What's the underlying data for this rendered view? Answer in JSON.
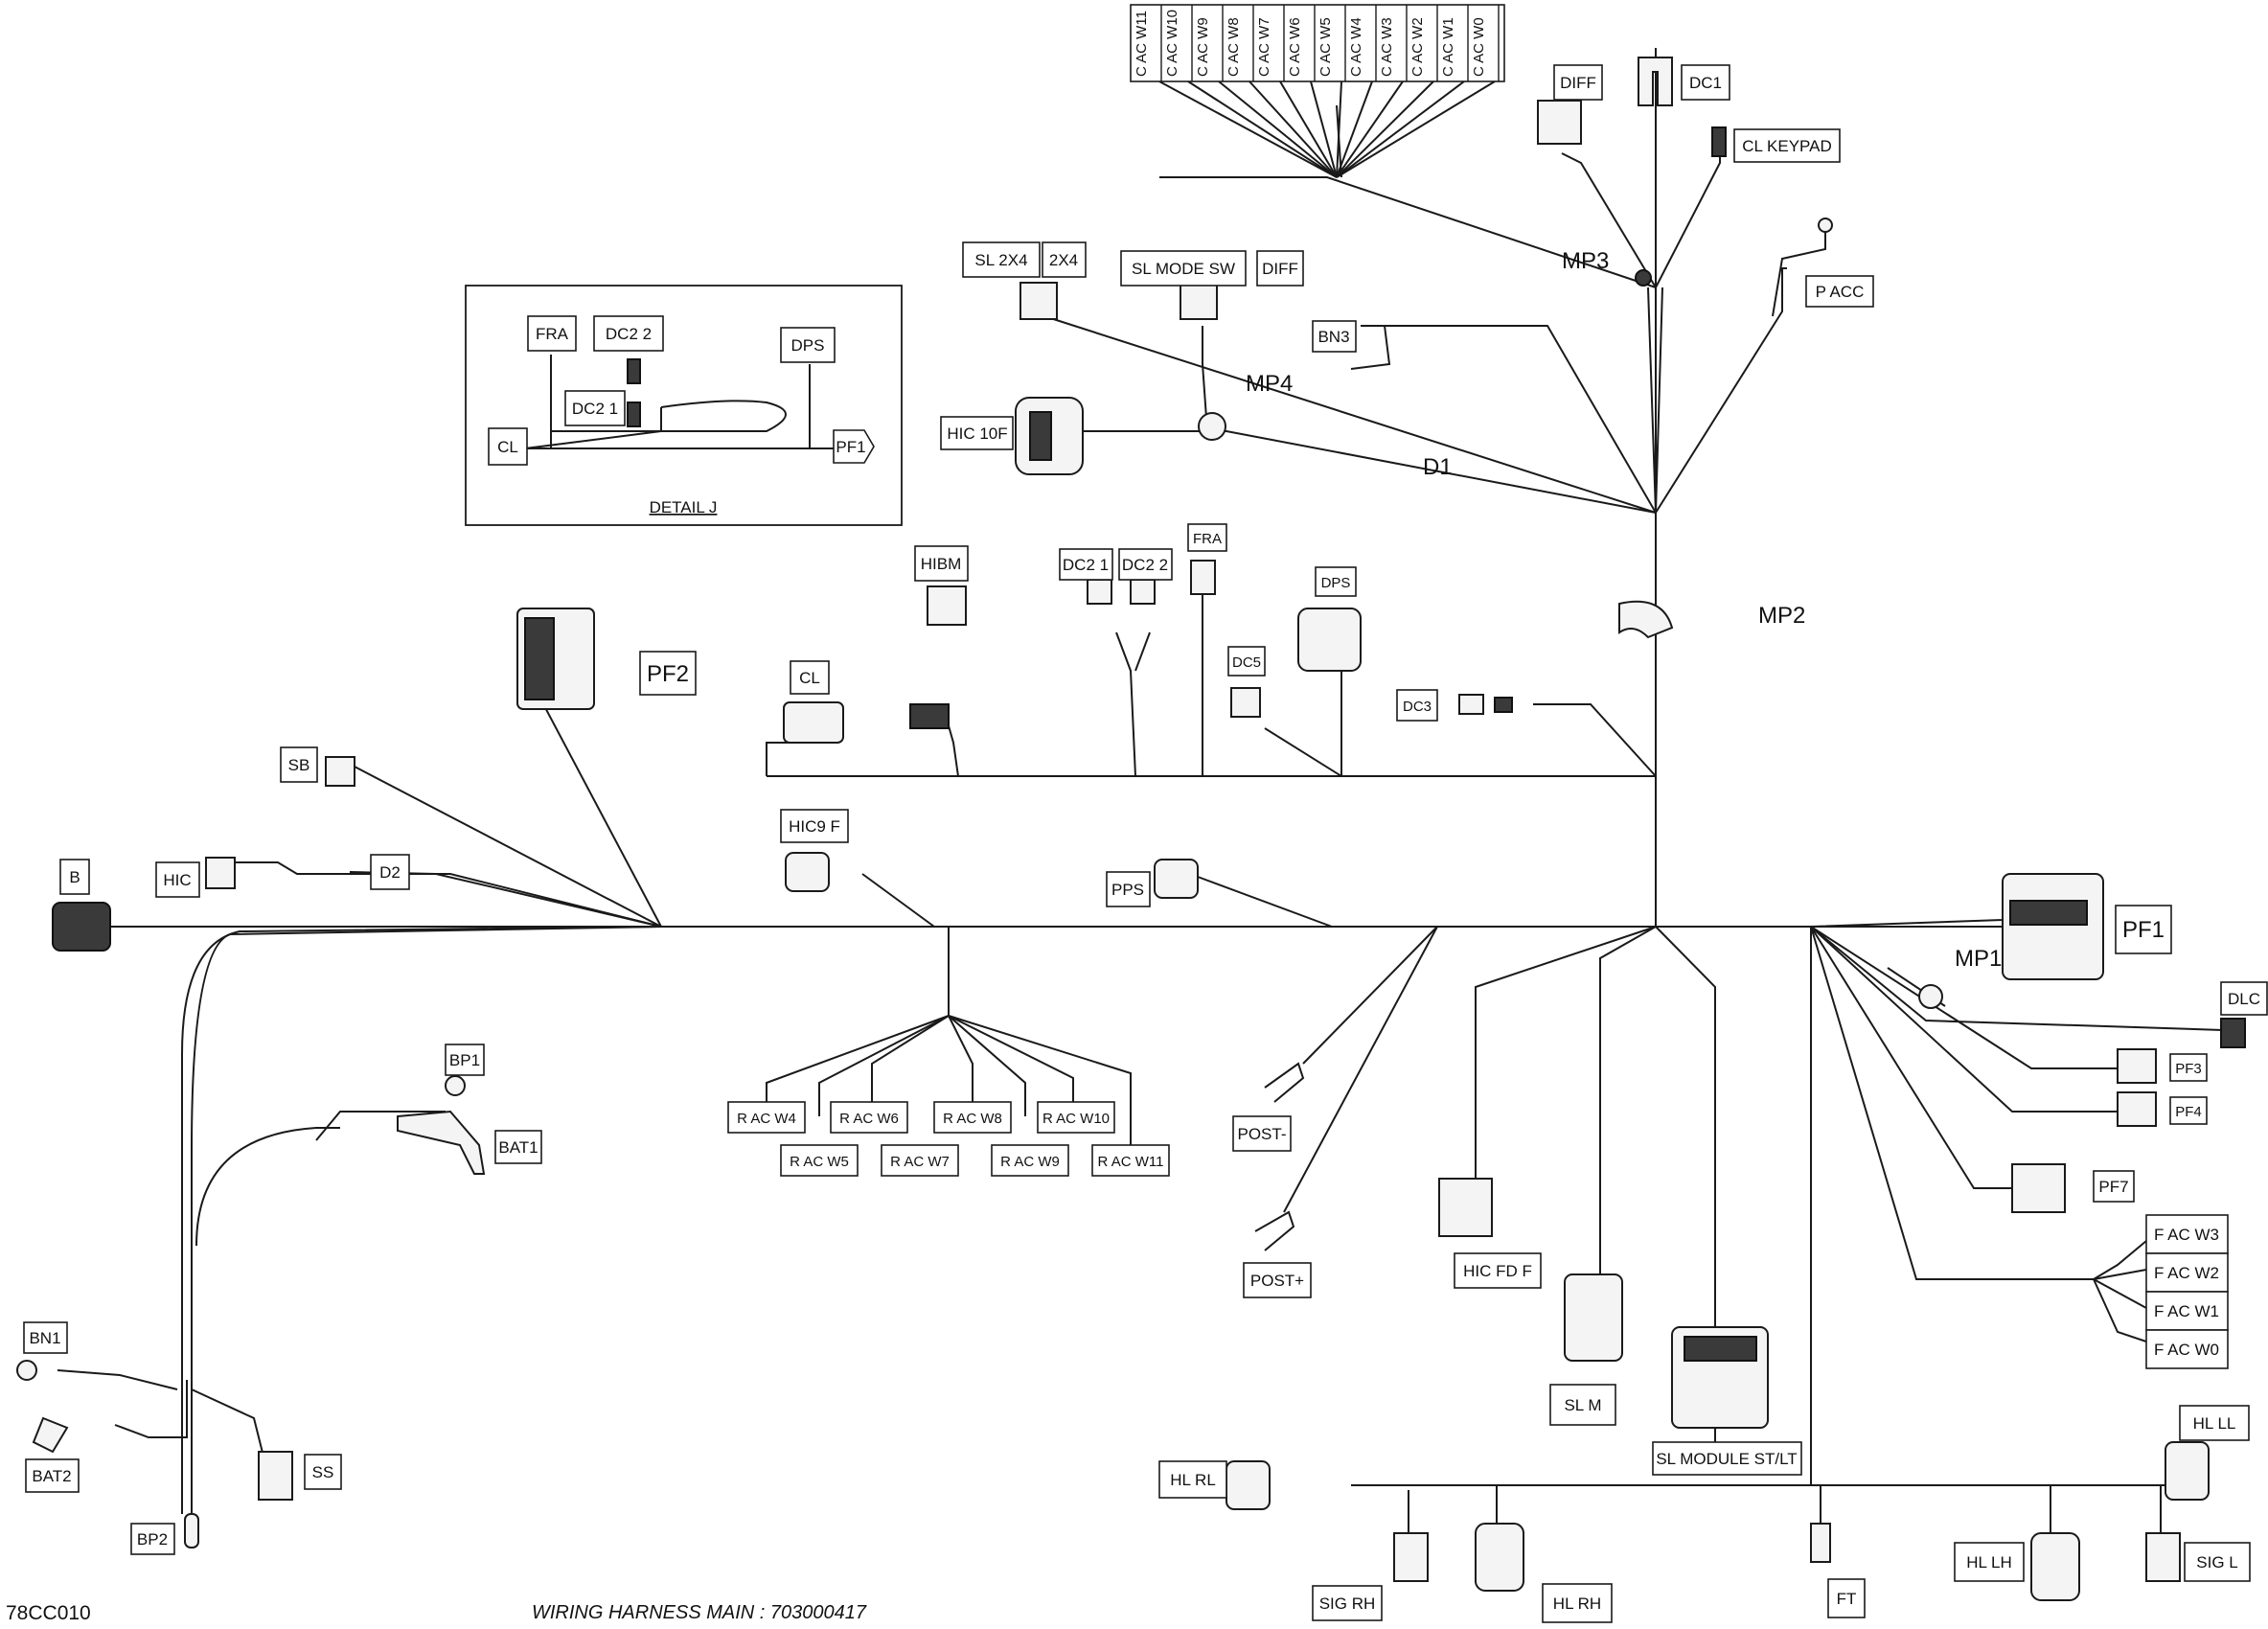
{
  "drawing_code": "78CC010",
  "title": "WIRING HARNESS  MAIN : 703000417",
  "detail": {
    "title": "DETAIL J",
    "labels": {
      "fra": "FRA",
      "dc2_2": "DC2  2",
      "dc2_1": "DC2  1",
      "dps": "DPS",
      "cl": "CL",
      "pf1": "PF1"
    }
  },
  "front_ac_wires": [
    "C  AC  W11",
    "C  AC  W10",
    "C  AC  W9",
    "C  AC  W8",
    "C  AC  W7",
    "C  AC  W6",
    "C  AC  W5",
    "C  AC  W4",
    "C  AC  W3",
    "C  AC  W2",
    "C  AC  W1",
    "C  AC  W0"
  ],
  "rear_ac_top": [
    "R  AC  W4",
    "R  AC  W6",
    "R  AC  W8",
    "R  AC  W10"
  ],
  "rear_ac_bottom": [
    "R  AC  W5",
    "R  AC  W7",
    "R  AC  W9",
    "R  AC  W11"
  ],
  "front_ac_right": [
    "F  AC  W3",
    "F  AC  W2",
    "F  AC  W1",
    "F  AC  W0"
  ],
  "labels": {
    "diff_top": "DIFF",
    "dc1": "DC1",
    "cl_keypad": "CL  KEYPAD",
    "mp3": "MP3",
    "p_acc": "P  ACC",
    "sl_2x4": "SL  2X4",
    "x2x4": "2X4",
    "sl_mode_sw": "SL  MODE  SW",
    "diff_mid": "DIFF",
    "bn3": "BN3",
    "mp4": "MP4",
    "hic_10f": "HIC  10F",
    "d1": "D1",
    "hibm": "HIBM",
    "dc2_1": "DC2  1",
    "dc2_2": "DC2  2",
    "fra": "FRA",
    "dps": "DPS",
    "mp2": "MP2",
    "pf2": "PF2",
    "cl": "CL",
    "dc5": "DC5",
    "dc3": "DC3",
    "sb": "SB",
    "b": "B",
    "hic": "HIC",
    "d2": "D2",
    "hic9f": "HIC9  F",
    "pps": "PPS",
    "pf1": "PF1",
    "mp1": "MP1",
    "dlc": "DLC",
    "pf3": "PF3",
    "pf4": "PF4",
    "pf7": "PF7",
    "bp1": "BP1",
    "bat1": "BAT1",
    "post_minus": "POST-",
    "post_plus": "POST+",
    "hic_fd_f": "HIC  FD  F",
    "sl_m": "SL  M",
    "sl_module": "SL  MODULE  ST/LT",
    "bn1": "BN1",
    "bat2": "BAT2",
    "ss": "SS",
    "bp2": "BP2",
    "hl_rl": "HL  RL",
    "hl_ll": "HL  LL",
    "sig_rh": "SIG  RH",
    "hl_rh": "HL  RH",
    "ft": "FT",
    "hl_lh": "HL  LH",
    "sig_l": "SIG  L"
  }
}
